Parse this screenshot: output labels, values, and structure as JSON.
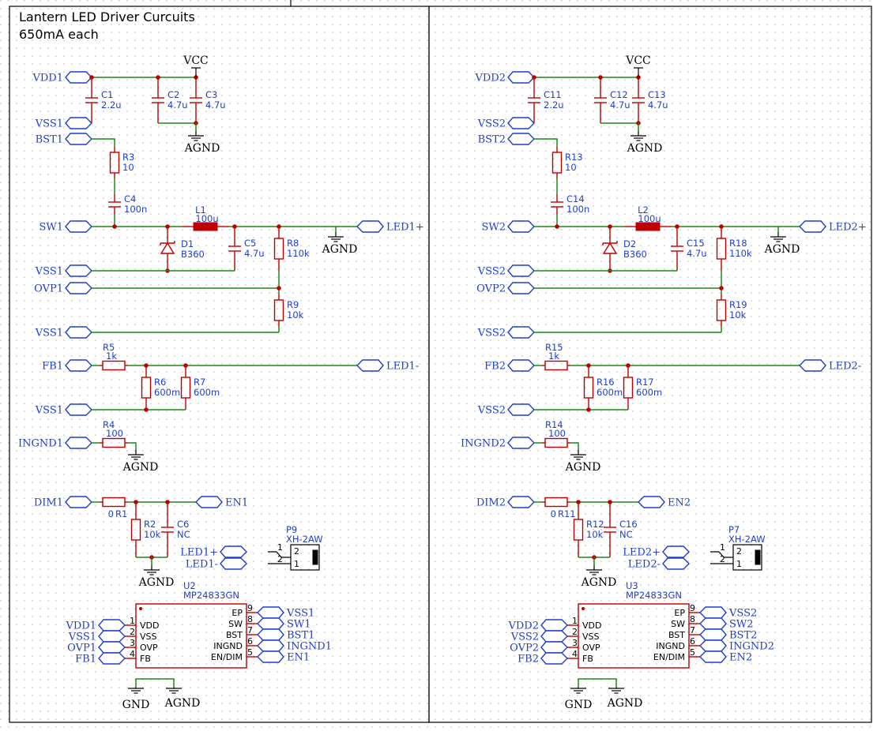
{
  "title": {
    "line1": "Lantern LED Driver Curcuits",
    "line2": "650mA each"
  },
  "left": {
    "net_vdd": "VDD1",
    "net_vcc": "VCC",
    "net_vss": "VSS1",
    "net_bst": "BST1",
    "net_sw": "SW1",
    "net_ovp": "OVP1",
    "net_fb": "FB1",
    "net_ingnd": "INGND1",
    "net_dim": "DIM1",
    "net_en": "EN1",
    "net_ledp": "LED1+",
    "net_ledn": "LED1-",
    "net_agnd": "AGND",
    "net_gnd": "GND",
    "c_a": {
      "ref": "C1",
      "val": "2.2u"
    },
    "c_b": {
      "ref": "C2",
      "val": "4.7u"
    },
    "c_c": {
      "ref": "C3",
      "val": "4.7u"
    },
    "r_bst": {
      "ref": "R3",
      "val": "10"
    },
    "c_bst": {
      "ref": "C4",
      "val": "100n"
    },
    "ind": {
      "ref": "L1",
      "val": "100u"
    },
    "diode": {
      "ref": "D1",
      "val": "B360"
    },
    "c_out": {
      "ref": "C5",
      "val": "4.7u"
    },
    "r_ovp_hi": {
      "ref": "R8",
      "val": "110k"
    },
    "r_ovp_lo": {
      "ref": "R9",
      "val": "10k"
    },
    "r_fb": {
      "ref": "R5",
      "val": "1k"
    },
    "r_sense_a": {
      "ref": "R6",
      "val": "600m"
    },
    "r_sense_b": {
      "ref": "R7",
      "val": "600m"
    },
    "r_ingnd": {
      "ref": "R4",
      "val": "100"
    },
    "r_dim": {
      "ref": "R1",
      "val": "0"
    },
    "r_en_pd": {
      "ref": "R2",
      "val": "10k"
    },
    "c_en": {
      "ref": "C6",
      "val": "NC"
    },
    "conn": {
      "ref": "P9",
      "val": "XH-2AW",
      "pin1": "1",
      "pin2": "2"
    },
    "ic": {
      "ref": "U2",
      "val": "MP24833GN"
    }
  },
  "right": {
    "net_vdd": "VDD2",
    "net_vcc": "VCC",
    "net_vss": "VSS2",
    "net_bst": "BST2",
    "net_sw": "SW2",
    "net_ovp": "OVP2",
    "net_fb": "FB2",
    "net_ingnd": "INGND2",
    "net_dim": "DIM2",
    "net_en": "EN2",
    "net_ledp": "LED2+",
    "net_ledn": "LED2-",
    "net_agnd": "AGND",
    "net_gnd": "GND",
    "c_a": {
      "ref": "C11",
      "val": "2.2u"
    },
    "c_b": {
      "ref": "C12",
      "val": "4.7u"
    },
    "c_c": {
      "ref": "C13",
      "val": "4.7u"
    },
    "r_bst": {
      "ref": "R13",
      "val": "10"
    },
    "c_bst": {
      "ref": "C14",
      "val": "100n"
    },
    "ind": {
      "ref": "L2",
      "val": "100u"
    },
    "diode": {
      "ref": "D2",
      "val": "B360"
    },
    "c_out": {
      "ref": "C15",
      "val": "4.7u"
    },
    "r_ovp_hi": {
      "ref": "R18",
      "val": "110k"
    },
    "r_ovp_lo": {
      "ref": "R19",
      "val": "10k"
    },
    "r_fb": {
      "ref": "R15",
      "val": "1k"
    },
    "r_sense_a": {
      "ref": "R16",
      "val": "600m"
    },
    "r_sense_b": {
      "ref": "R17",
      "val": "600m"
    },
    "r_ingnd": {
      "ref": "R14",
      "val": "100"
    },
    "r_dim": {
      "ref": "R11",
      "val": "0"
    },
    "r_en_pd": {
      "ref": "R12",
      "val": "10k"
    },
    "c_en": {
      "ref": "C16",
      "val": "NC"
    },
    "conn": {
      "ref": "P7",
      "val": "XH-2AW",
      "pin1": "1",
      "pin2": "2"
    },
    "ic": {
      "ref": "U3",
      "val": "MP24833GN"
    }
  },
  "ic_pins": {
    "left": [
      {
        "num": "1",
        "name": "VDD",
        "color": "#c00000"
      },
      {
        "num": "2",
        "name": "VSS",
        "color": "#000000"
      },
      {
        "num": "3",
        "name": "OVP",
        "color": "#c00000"
      },
      {
        "num": "4",
        "name": "FB",
        "color": "#1f3fcf"
      }
    ],
    "right": [
      {
        "num": "9",
        "name": "EP",
        "color": "#000000"
      },
      {
        "num": "8",
        "name": "SW",
        "color": "#1f3fcf"
      },
      {
        "num": "7",
        "name": "BST",
        "color": "#1f3fcf"
      },
      {
        "num": "6",
        "name": "INGND",
        "color": "#000000"
      },
      {
        "num": "5",
        "name": "EN/DIM",
        "color": "#1f3fcf"
      }
    ]
  }
}
